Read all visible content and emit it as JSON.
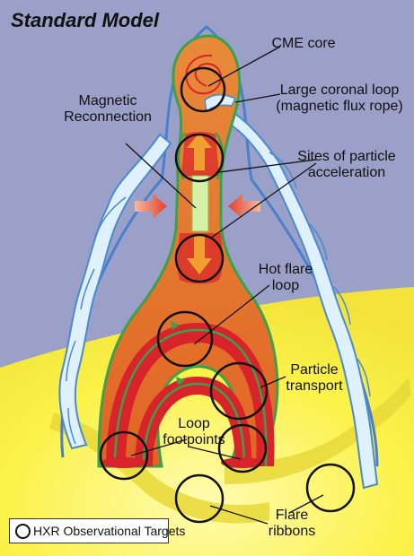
{
  "title": "Standard Model",
  "labels": {
    "cme_core": "CME core",
    "large_loop_line1": "Large coronal loop",
    "large_loop_line2": "(magnetic flux rope)",
    "magnetic_line1": "Magnetic",
    "magnetic_line2": "Reconnection",
    "sites_line1": "Sites of particle",
    "sites_line2": "acceleration",
    "hot_line1": "Hot flare",
    "hot_line2": "loop",
    "particle_line1": "Particle",
    "particle_line2": "transport",
    "loop_line1": "Loop",
    "loop_line2": "footpoints",
    "flare_line1": "Flare",
    "flare_line2": "ribbons"
  },
  "legend": {
    "text": "HXR Observational Targets"
  },
  "colors": {
    "sky": "#9aa0c8",
    "sun": "#fbf24a",
    "ribbon": "#e8d838",
    "orange": "#e56f2b",
    "red": "#d8232a",
    "green": "#3aa24a",
    "flux_rope": "#dff0ff",
    "flux_rope_stroke": "#4a8ad0",
    "current_sheet": "#d6f0a6"
  }
}
